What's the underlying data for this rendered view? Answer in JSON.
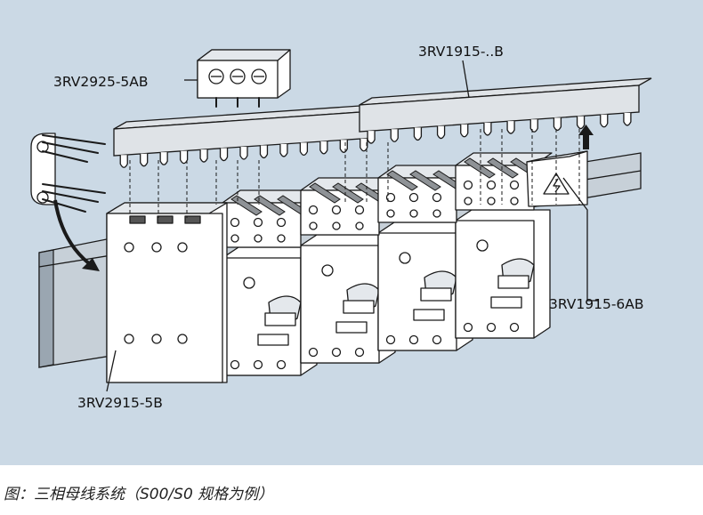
{
  "colors": {
    "background_panel": "#cbd9e5",
    "outline": "#1a1a1a",
    "module_fill": "#ffffff",
    "module_shade": "#e4e8ec",
    "busbar_fill": "#dfe3e7",
    "rail_fill": "#c7d0d8",
    "comb_pin": "#8e9296",
    "arrow": "#1a1a1a"
  },
  "labels": {
    "top_terminal": "3RV2925-5AB",
    "busbar": "3RV1915-..B",
    "cover": "3RV1915-6AB",
    "feeder_terminal": "3RV2915-5B"
  },
  "icons": {
    "hazard": "high-voltage-warning-icon",
    "up": "up-arrow-icon",
    "curve": "curved-arrow-icon"
  },
  "caption": "图：三相母线系统（S00/S0 规格为例）"
}
